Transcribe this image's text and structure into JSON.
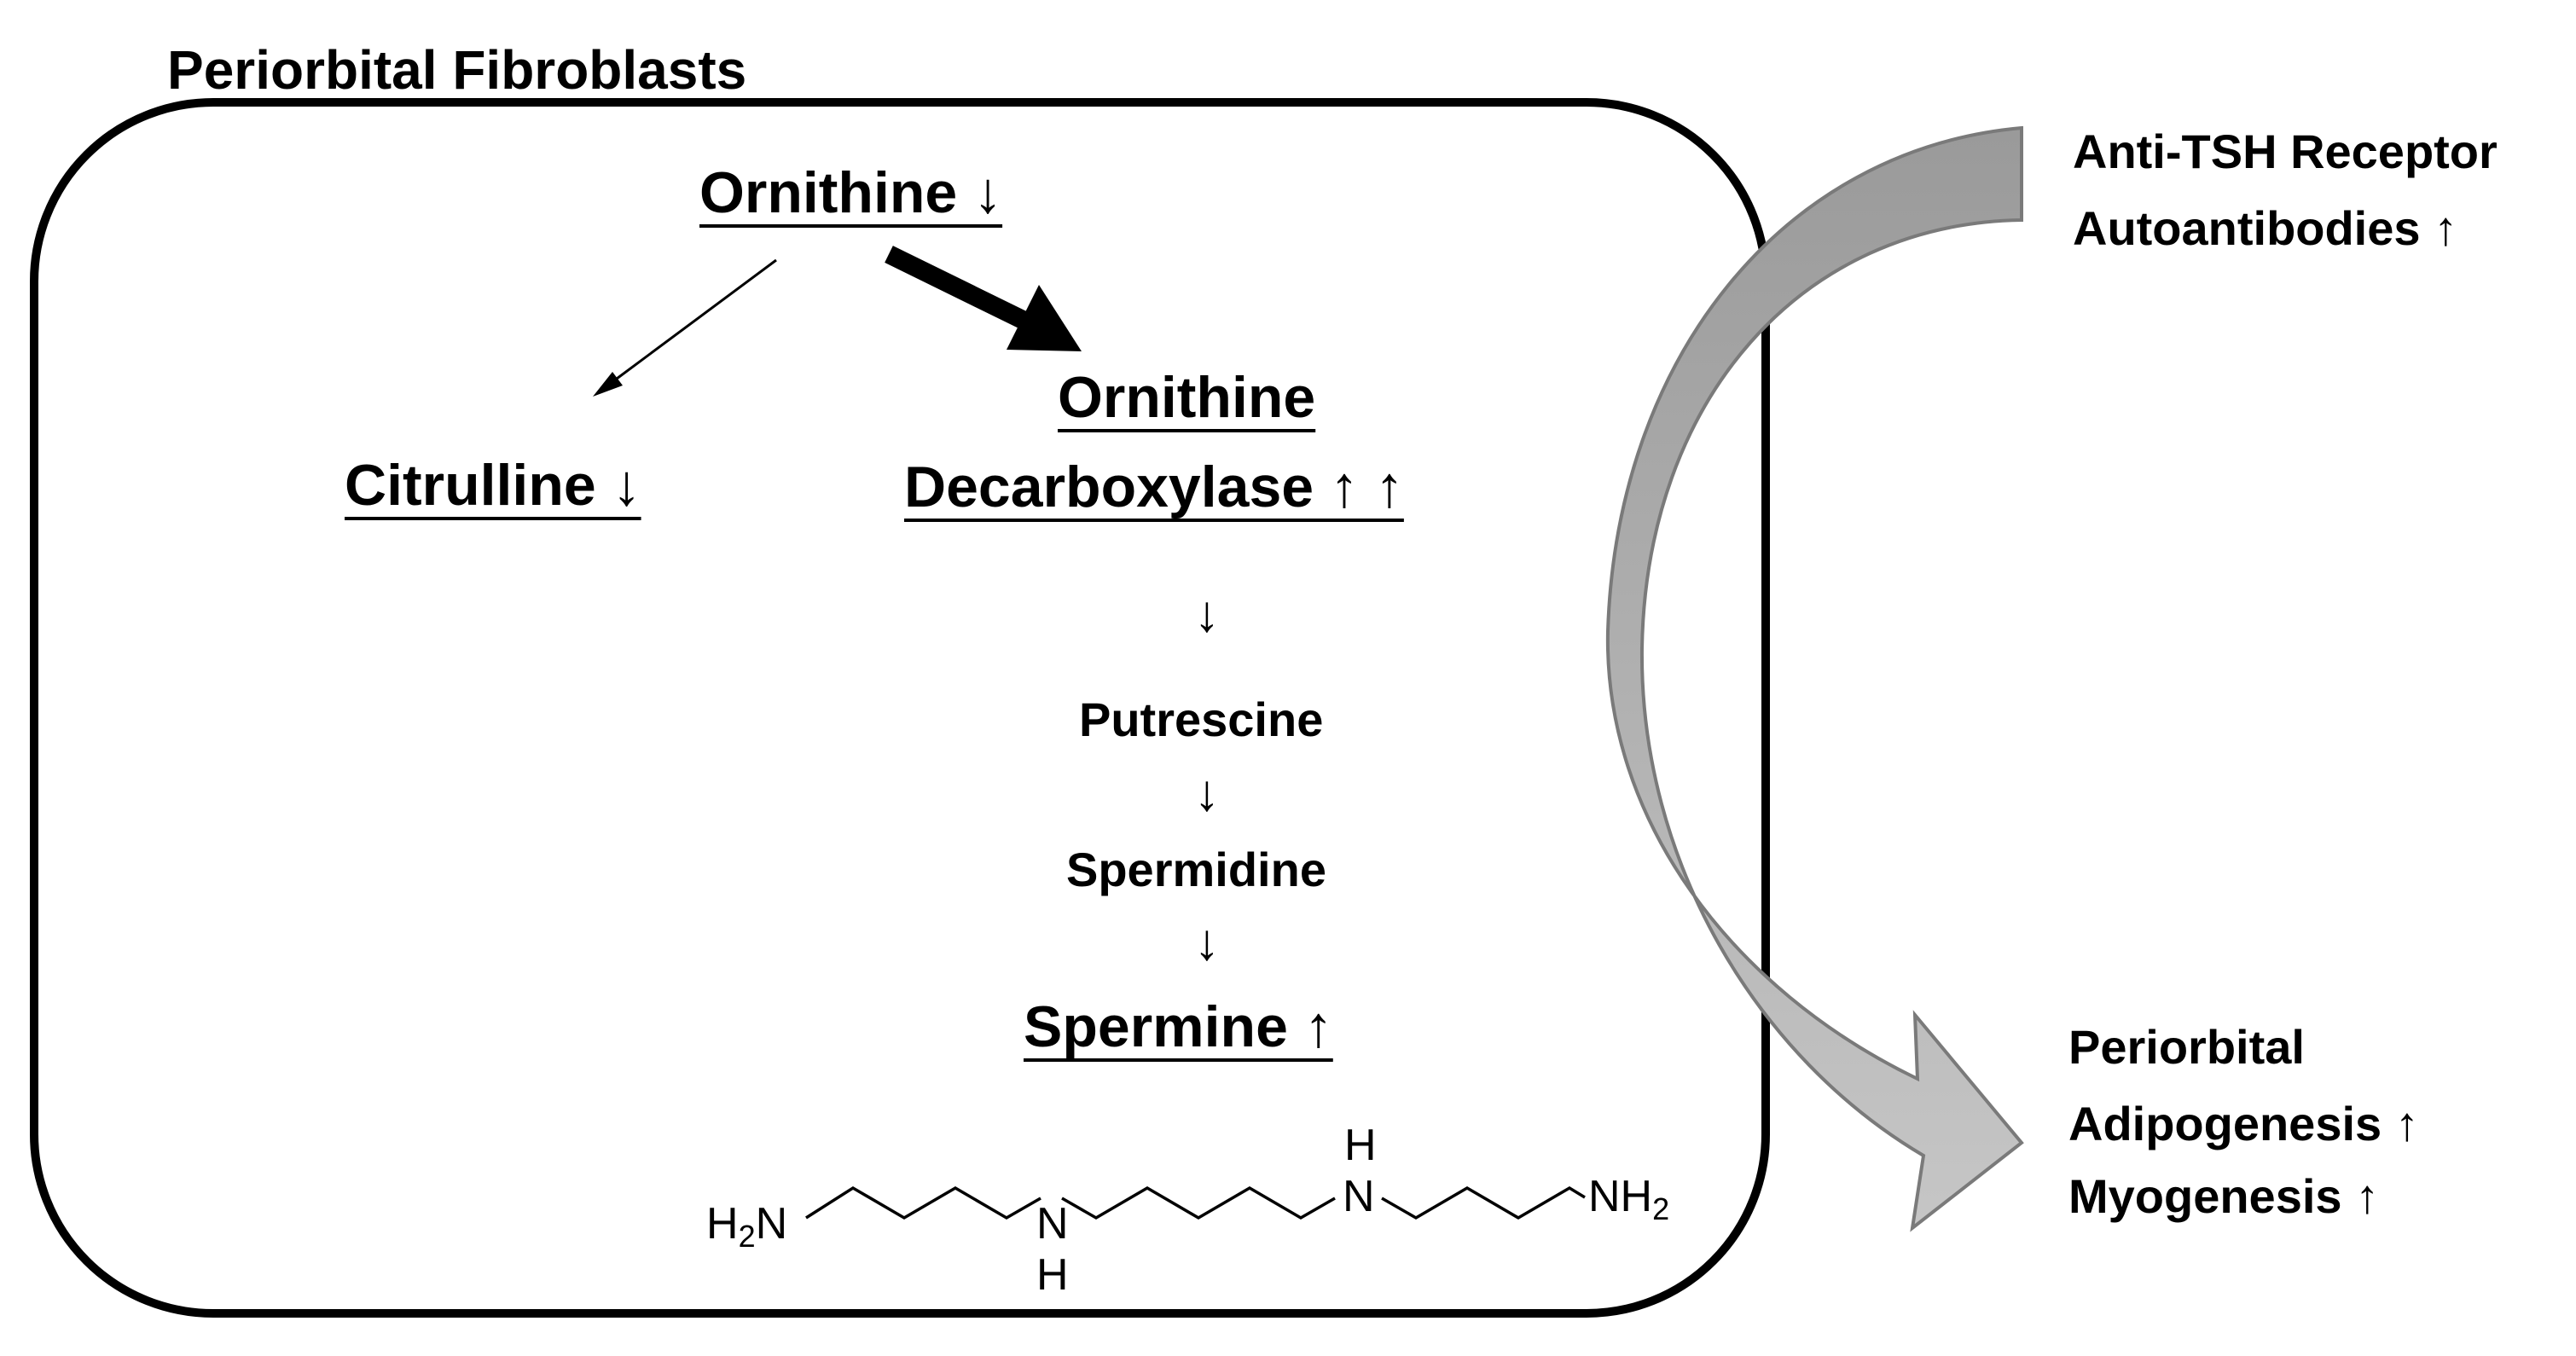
{
  "cell_label": "Periorbital Fibroblasts",
  "nodes": {
    "ornithine": "Ornithine ↓",
    "citrulline": "Citrulline ↓",
    "odc_line1": "Ornithine",
    "odc_line2": "Decarboxylase ↑ ↑",
    "arrow1": "↓",
    "putrescine": "Putrescine",
    "arrow2": "↓",
    "spermidine": "Spermidine",
    "arrow3": "↓",
    "spermine": "Spermine ↑"
  },
  "structure": {
    "left_group": "H2N",
    "nh_middle": "N",
    "h_middle": "H",
    "nh_right": "N",
    "h_right": "H",
    "right_group": "NH2"
  },
  "external": {
    "antibodies_line1": "Anti-TSH Receptor",
    "antibodies_line2": "Autoantibodies ↑",
    "effect_line1": "Periorbital",
    "effect_line2": "Adipogenesis ↑",
    "effect_line3": "Myogenesis ↑"
  },
  "colors": {
    "curved_arrow_fill": "#b3b3b3",
    "curved_arrow_stroke": "#808080"
  }
}
